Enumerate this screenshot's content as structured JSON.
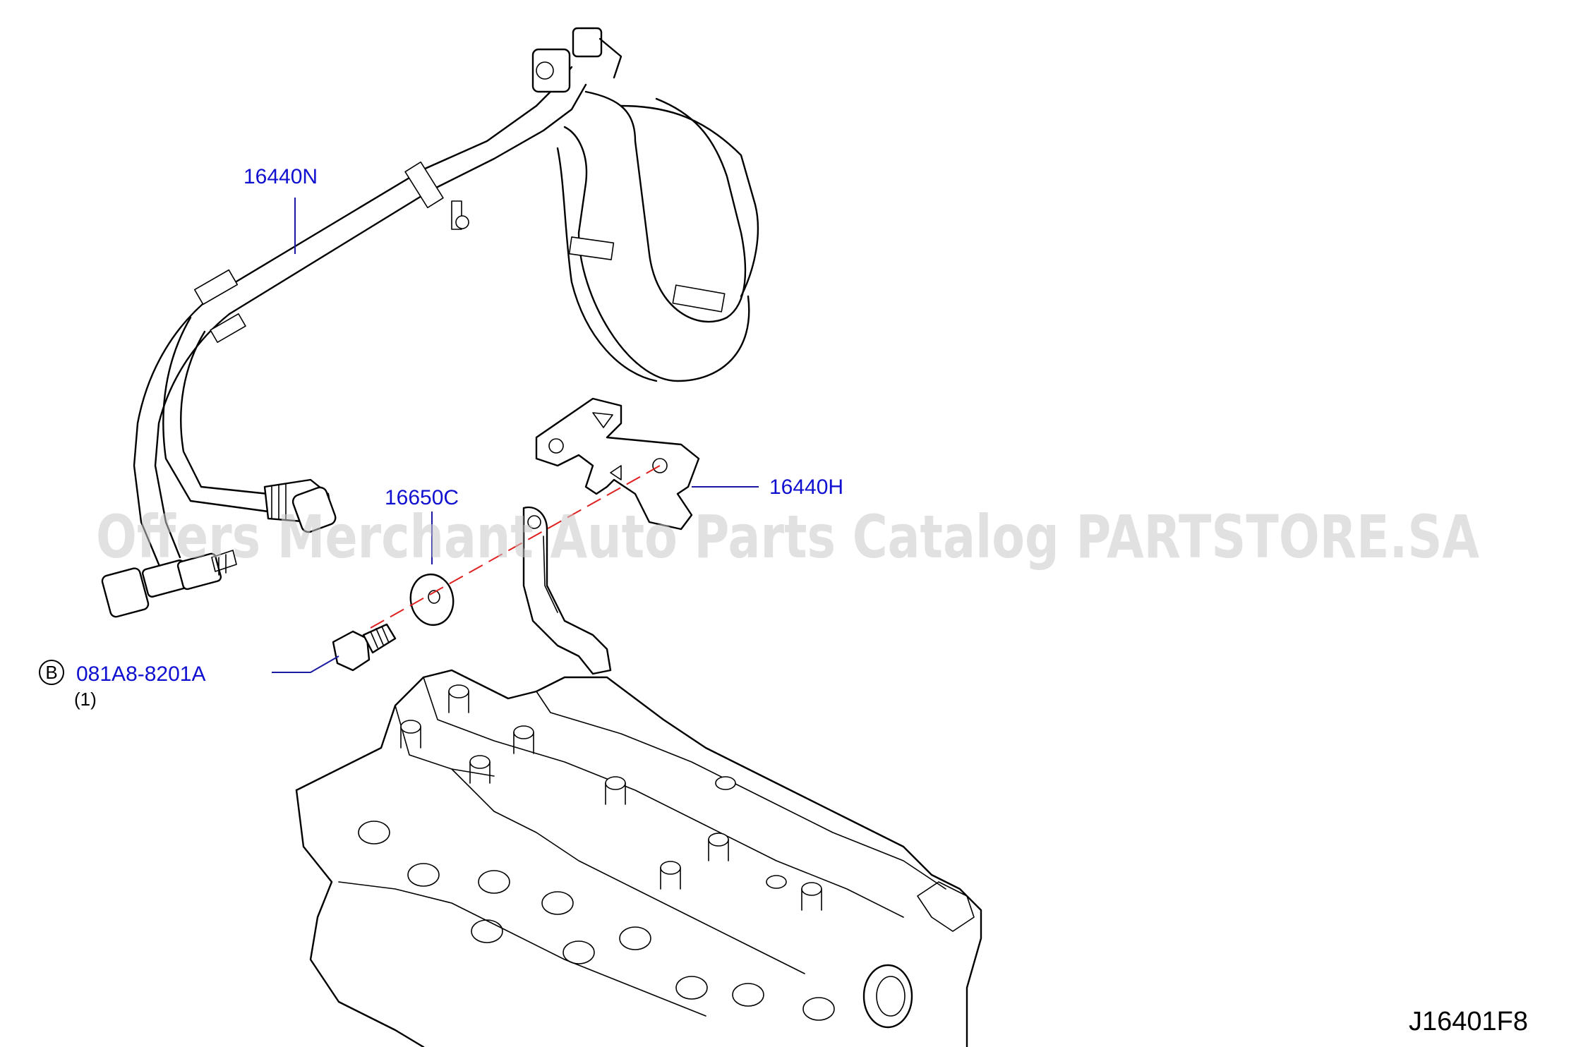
{
  "diagram": {
    "watermark": "Offers Merchant Auto Parts Catalog PARTSTORE.SA",
    "figure_code": "J16401F8",
    "parts": [
      {
        "part_number": "16440N"
      },
      {
        "part_number": "16650C"
      },
      {
        "part_number": "16440H"
      },
      {
        "part_number": "081A8-8201A",
        "callout": "B",
        "quantity": "(1)"
      }
    ],
    "colors": {
      "label_blue": "#1010d0",
      "axis_red": "#e02020",
      "line_black": "#000000"
    }
  }
}
